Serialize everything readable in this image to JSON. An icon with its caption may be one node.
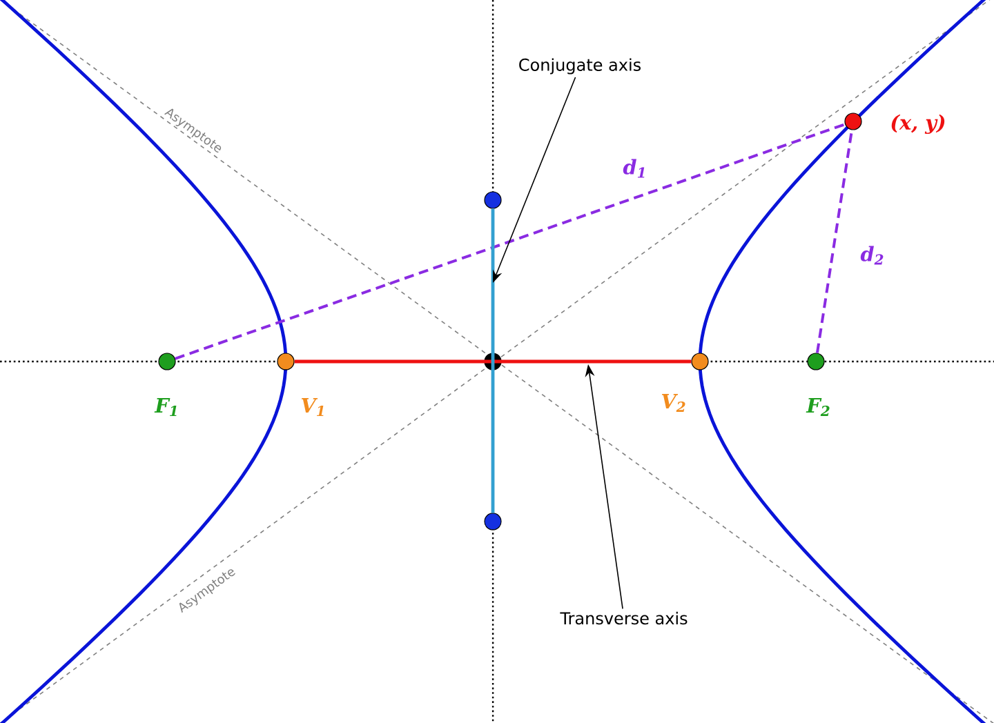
{
  "diagram": {
    "nodes": [
      {
        "text": [],
        "shape": "circle",
        "beside": [
          "F$_{1}$"
        ]
      },
      {
        "text": [],
        "shape": "circle",
        "beside": [
          "V$_{1}$"
        ]
      },
      {
        "text": [],
        "shape": "circle"
      },
      {
        "text": [],
        "shape": "circle",
        "beside": [
          "V$_{2}$"
        ]
      },
      {
        "text": [],
        "shape": "circle",
        "beside": [
          "F$_{2}$"
        ]
      },
      {
        "text": [],
        "shape": "circle",
        "beside": [
          "(x, y)"
        ]
      },
      {
        "text": [],
        "shape": "circle"
      },
      {
        "text": [],
        "shape": "circle"
      },
      {
        "text": [
          "Conjugate axis"
        ]
      },
      {
        "text": [
          "Transverse axis"
        ]
      }
    ],
    "edges": [
      {
        "from": 0,
        "to": 5,
        "arrow": "none",
        "label": "d$_{1}$",
        "style": "dashed",
        "color": "#8a2be2"
      },
      {
        "from": 4,
        "to": 5,
        "arrow": "none",
        "label": "d$_{2}$",
        "style": "dashed",
        "color": "#8a2be2"
      },
      {
        "from": 1,
        "to": 3,
        "arrow": "none",
        "color": "#ee1111"
      },
      {
        "from": 2,
        "to": 7,
        "arrow": "none",
        "color": "#33a0d0"
      },
      {
        "from": 8,
        "to": null,
        "arrow": "to",
        "color": "#000000"
      },
      {
        "from": 9,
        "to": null,
        "arrow": "to",
        "color": "#000000"
      }
    ],
    "labels": [
      "Asymptote",
      "Asymptote"
    ]
  }
}
